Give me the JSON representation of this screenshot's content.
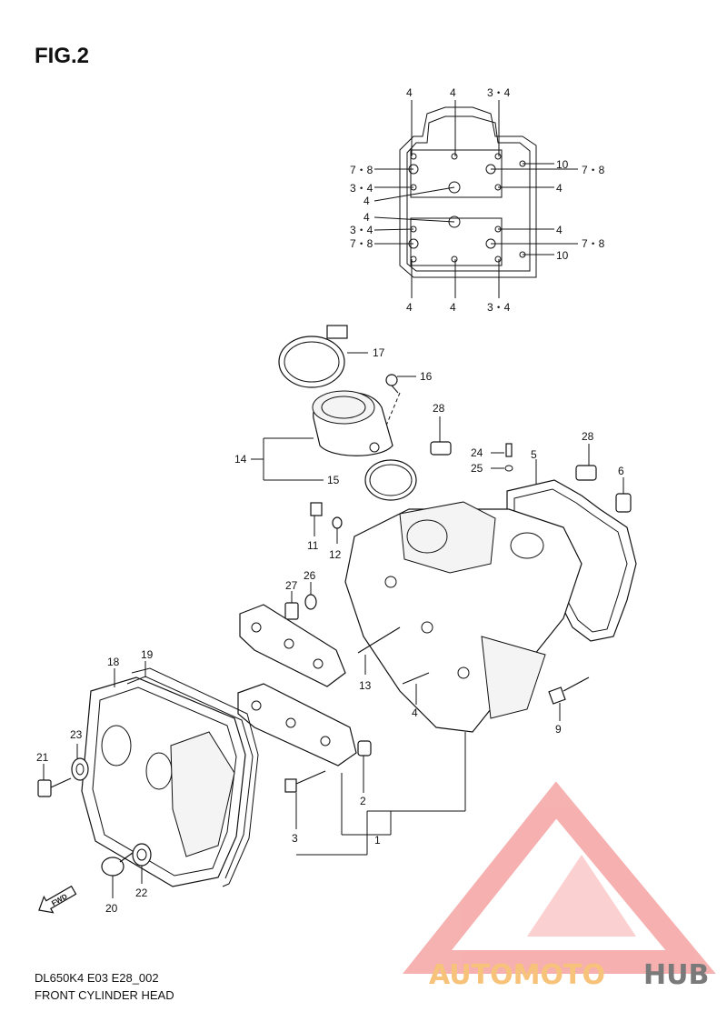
{
  "figure": {
    "title": "FIG.2",
    "model_code": "DL650K4 E03 E28_002",
    "name": "FRONT CYLINDER HEAD"
  },
  "callouts": {
    "c1": "1",
    "c2": "2",
    "c3": "3",
    "c4": "4",
    "c5": "5",
    "c6": "6",
    "c9": "9",
    "c10": "10",
    "c11": "11",
    "c12": "12",
    "c13": "13",
    "c14": "14",
    "c15": "15",
    "c16": "16",
    "c17": "17",
    "c18": "18",
    "c19": "19",
    "c20": "20",
    "c21": "21",
    "c22": "22",
    "c23": "23",
    "c24": "24",
    "c25": "25",
    "c26": "26",
    "c27": "27",
    "c28": "28",
    "c34": "3・4",
    "c78": "7・8"
  },
  "fwd_label": "FWD",
  "watermark": {
    "part1": "AUTOMOTO",
    "part2": "HUB",
    "color_primary": "#f5a3a3",
    "color_accent": "#f7c27a",
    "color_dark": "#7a7a7a"
  }
}
